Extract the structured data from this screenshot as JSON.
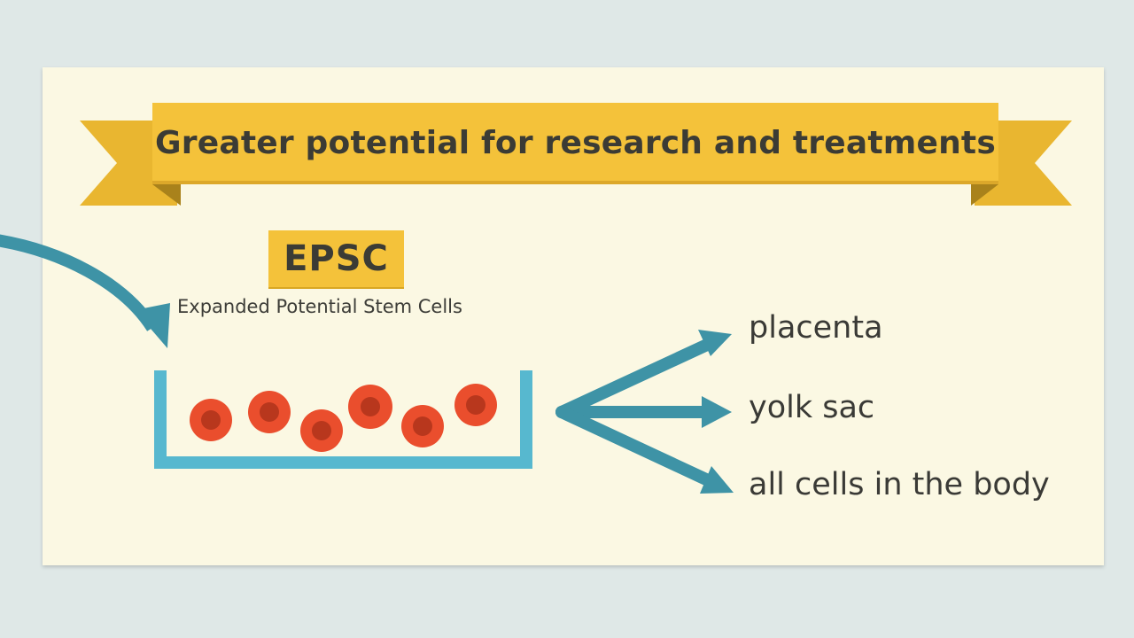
{
  "banner": {
    "title": "Greater potential for research and treatments"
  },
  "cell_type": {
    "abbreviation": "EPSC",
    "full_name": "Expanded Potential Stem Cells"
  },
  "outcomes": [
    "placenta",
    "yolk sac",
    "all cells in the body"
  ],
  "colors": {
    "background": "#dfe8e7",
    "card": "#fbf8e3",
    "banner": "#f4c23a",
    "arrow": "#3e93a6",
    "dish": "#57b8cf",
    "cell": "#ea4e2d",
    "cell_nucleus": "#b8371d"
  },
  "icons": {
    "incoming": "curved-arrow",
    "dish": "culture-dish",
    "cells": "stem-cell",
    "branch": "branching-arrows"
  }
}
